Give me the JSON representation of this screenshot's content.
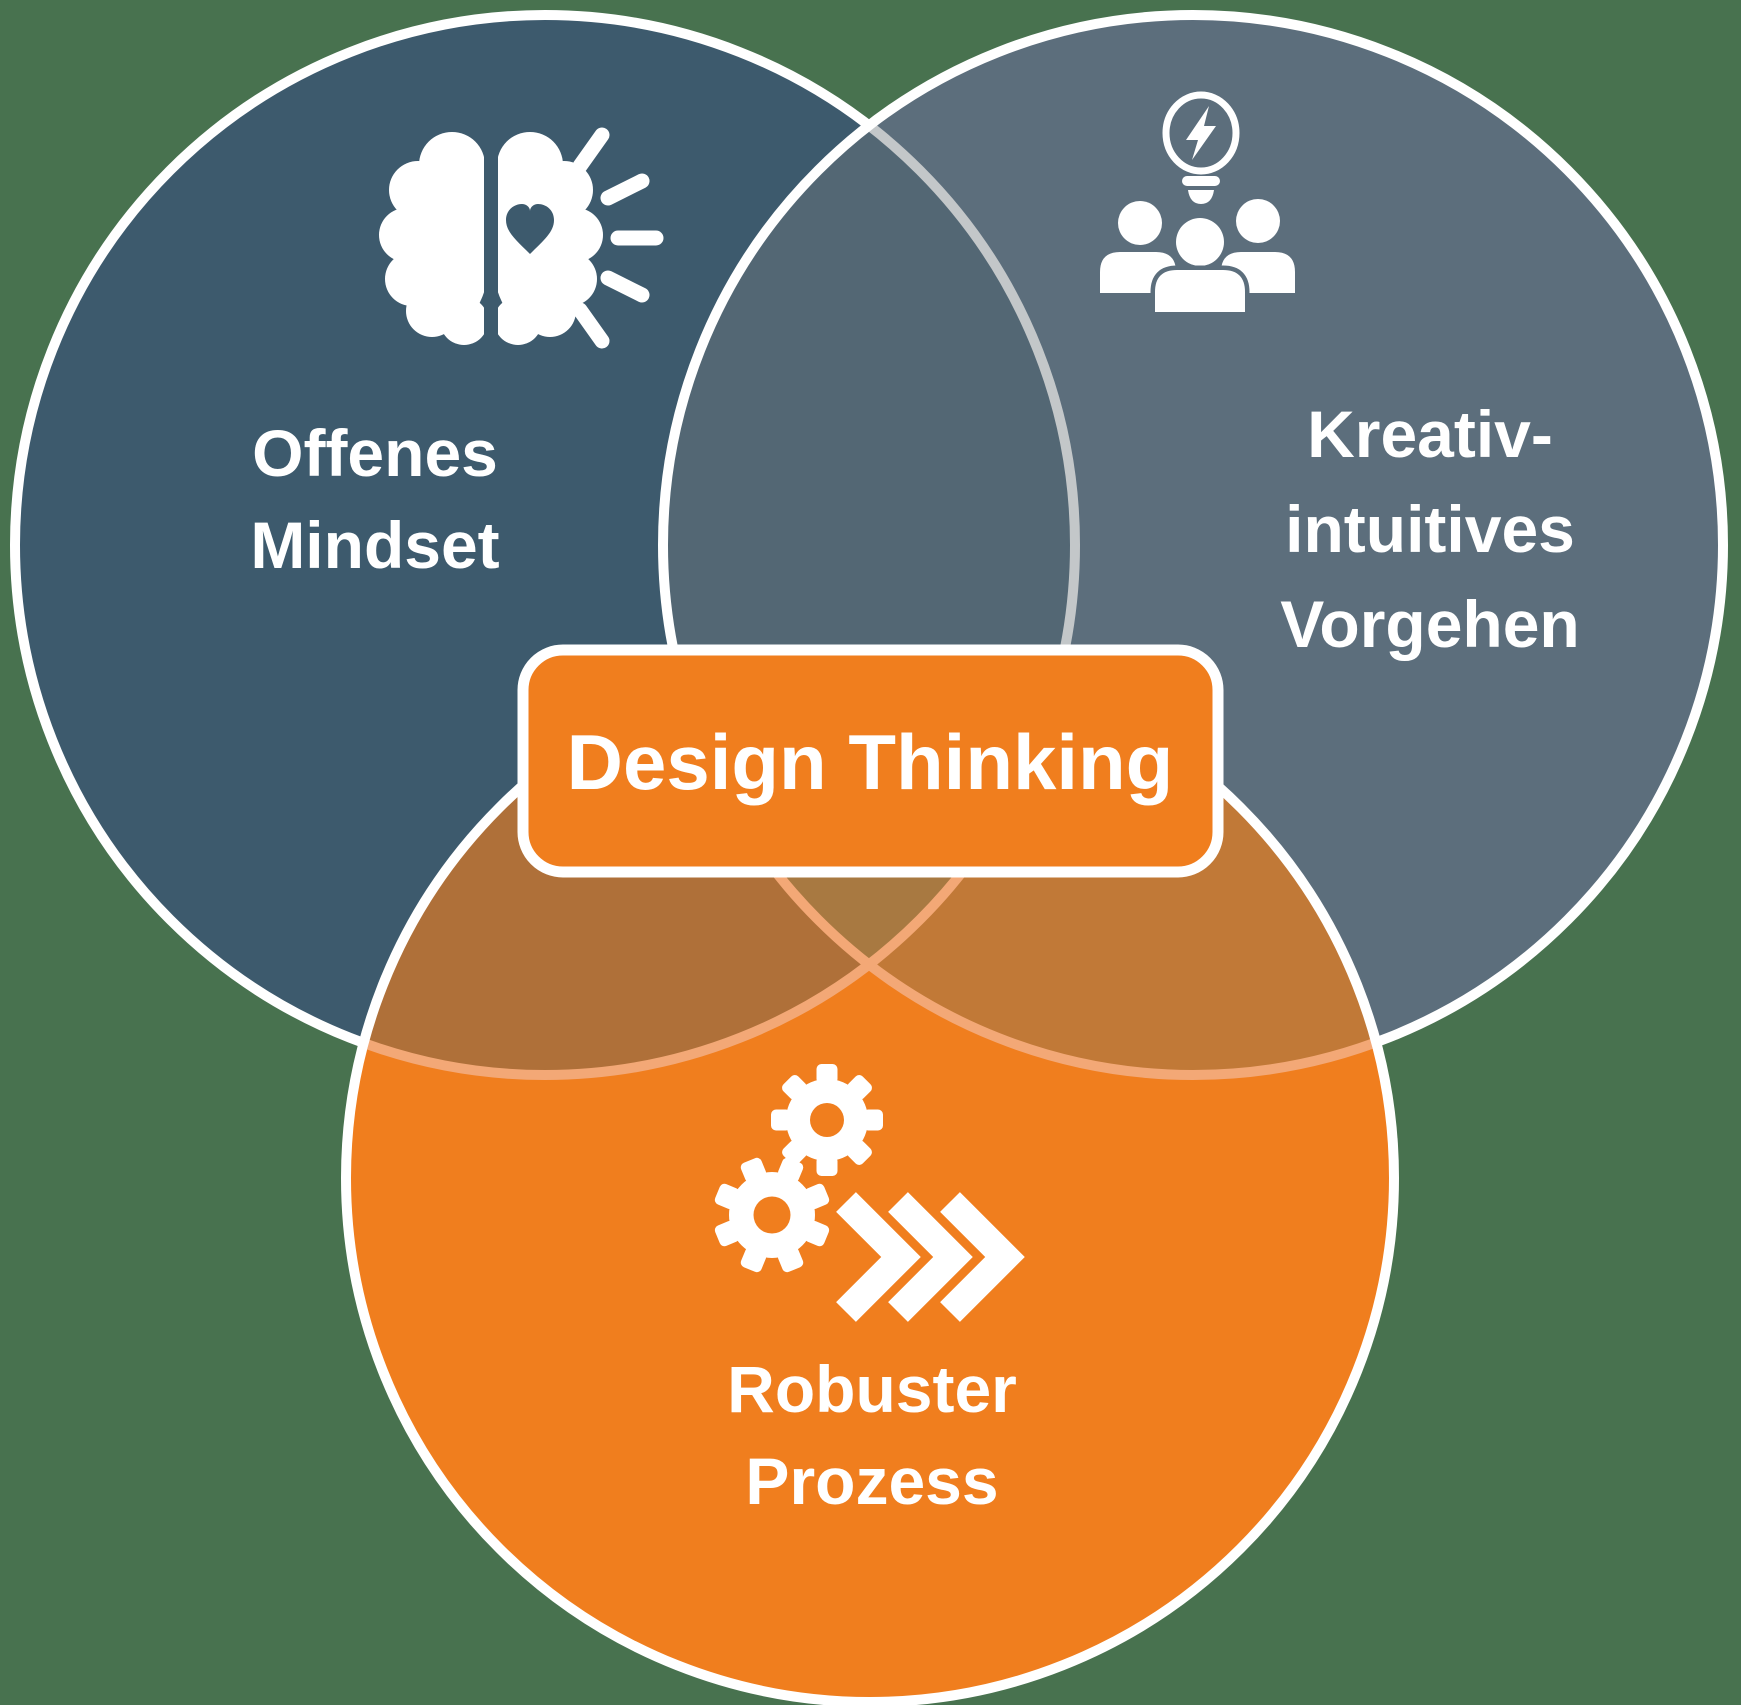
{
  "diagram": {
    "title": "Design Thinking",
    "circles": {
      "open_mindset": {
        "lines": [
          "Offenes",
          "Mindset"
        ],
        "icon": "brain-heart-icon",
        "color": "#3D5A6D"
      },
      "creative_intuitive": {
        "lines": [
          "Kreativ-",
          "intuitives",
          "Vorgehen"
        ],
        "icon": "team-lightbulb-icon",
        "color": "#5C6E7C"
      },
      "robust_process": {
        "lines": [
          "Robuster",
          "Prozess"
        ],
        "icon": "gears-chevron-icon",
        "color": "#F07E1E"
      }
    },
    "colors": {
      "background": "#48724F",
      "white": "#FFFFFF",
      "left_circle": "#3D5A6D",
      "right_circle": "#5C6E7C",
      "left_right_overlap": "#536774",
      "left_stroke_in_right": "#C3C7C9",
      "orange": "#F07E1E",
      "orange_over_left": "#AF7039",
      "orange_over_right": "#C17937",
      "orange_over_center": "#A87941",
      "blue_stroke_in_orange": "#F3A876",
      "box_fill": "#F07E1E",
      "box_border": "#FFFFFF",
      "label_text": "#FFFFFF"
    }
  }
}
